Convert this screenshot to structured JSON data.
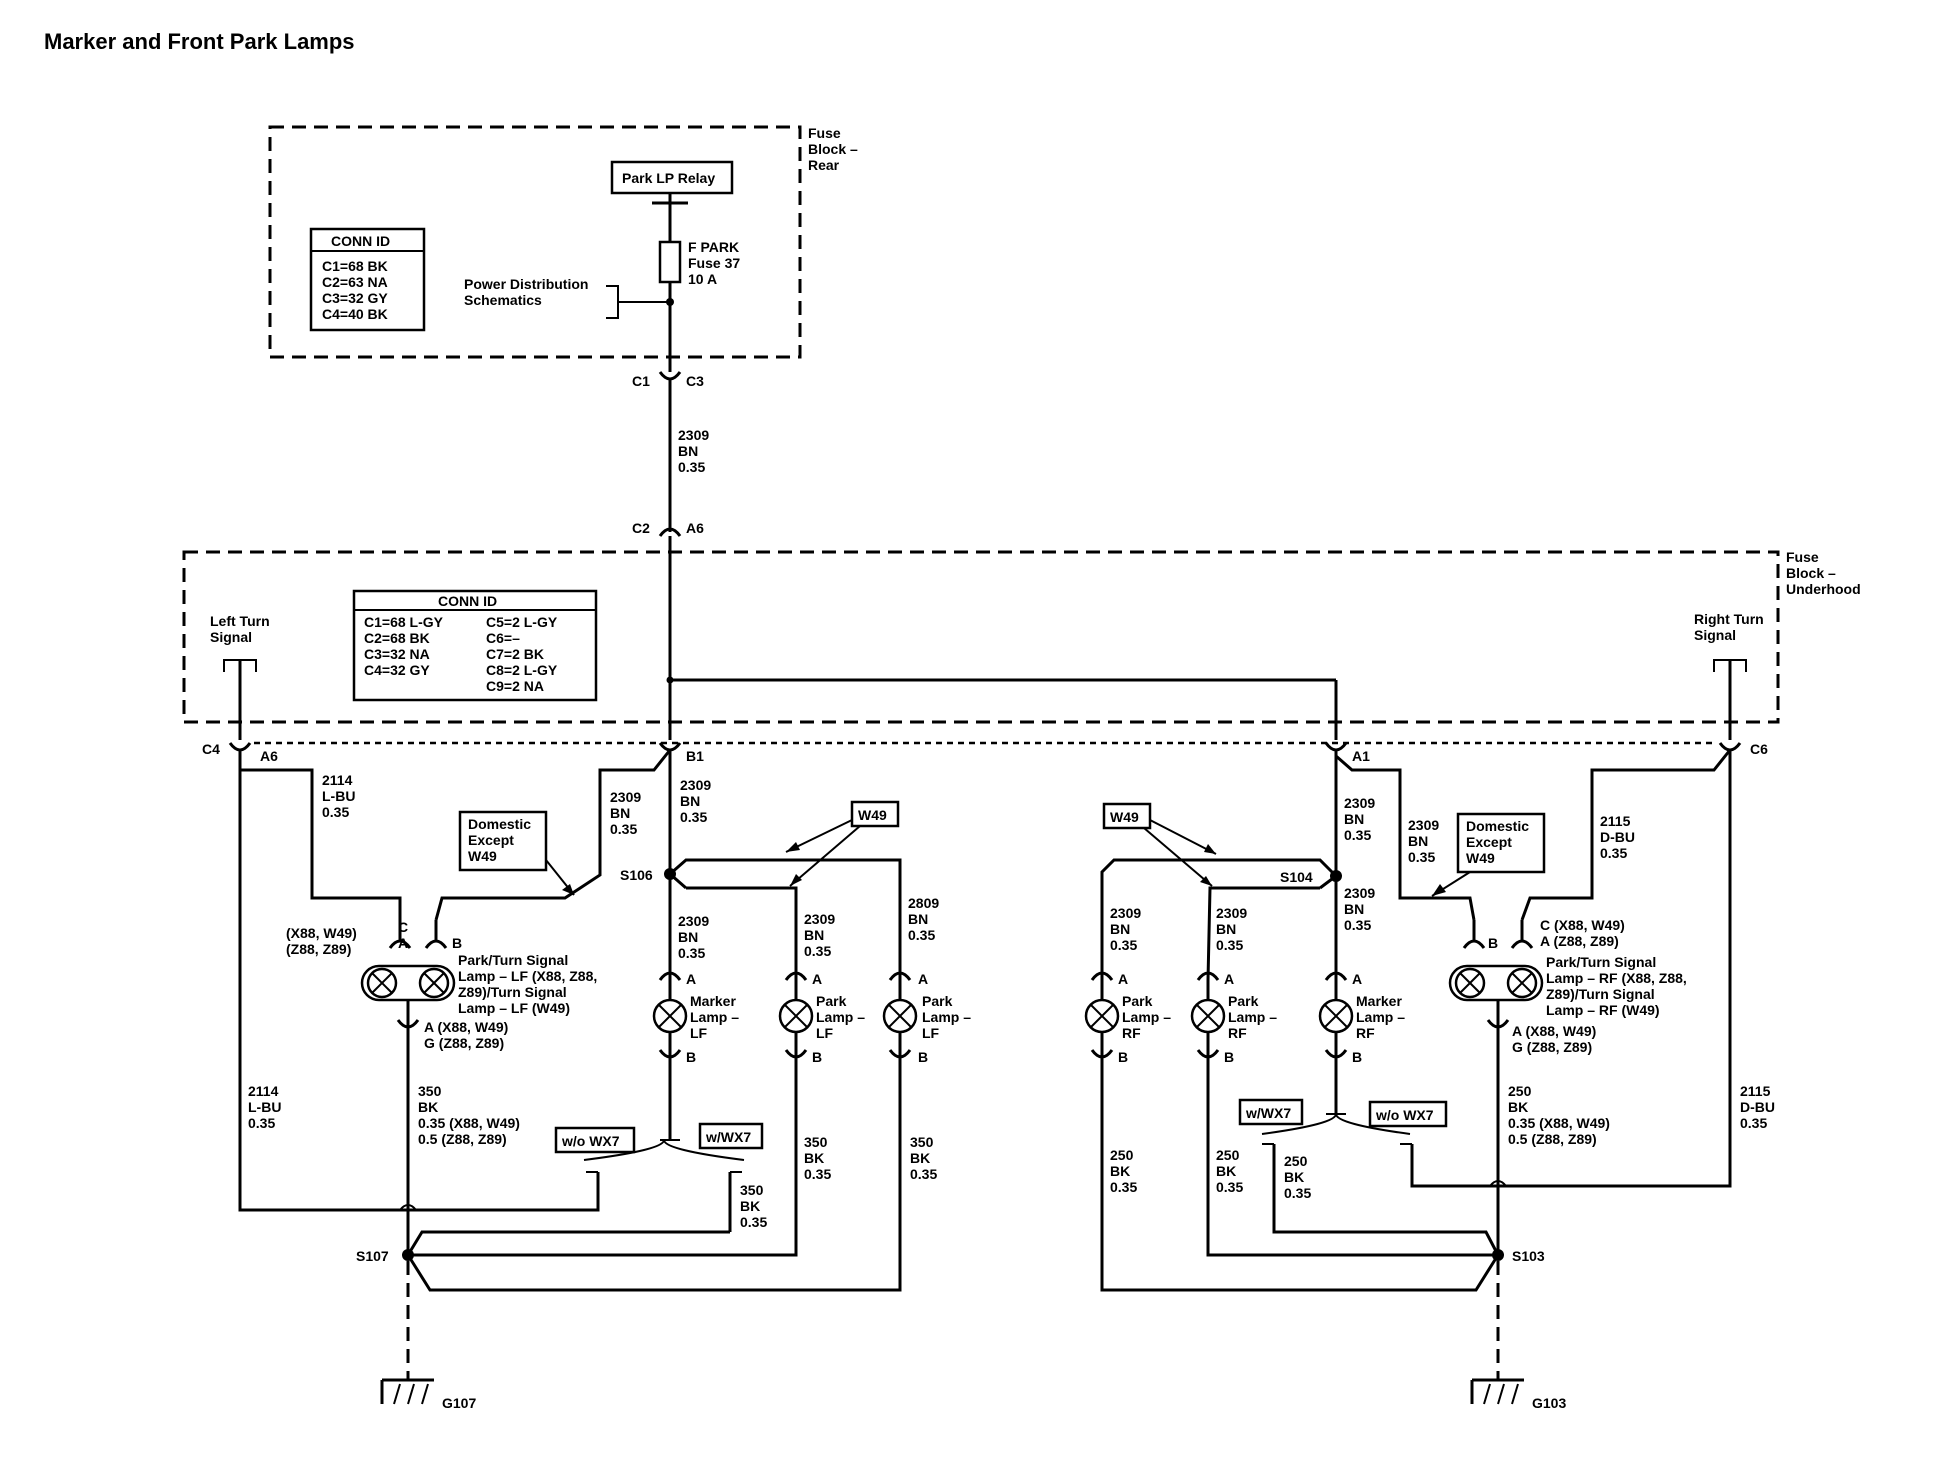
{
  "title": "Marker and Front Park Lamps",
  "fuse_block_rear": {
    "label": [
      "Fuse",
      "Block –",
      "Rear"
    ],
    "conn_id_title": "CONN ID",
    "conn_id": [
      "C1=68 BK",
      "C2=63 NA",
      "C3=32 GY",
      "C4=40 BK"
    ],
    "relay": "Park LP Relay",
    "fuse": [
      "F PARK",
      "Fuse 37",
      "10 A"
    ],
    "power_ref": [
      "Power Distribution",
      "Schematics"
    ]
  },
  "conn_c1": "C1",
  "conn_c3": "C3",
  "wire_top": [
    "2309",
    "BN",
    "0.35"
  ],
  "conn_c2": "C2",
  "conn_a6_top": "A6",
  "fuse_block_underhood": {
    "label": [
      "Fuse",
      "Block –",
      "Underhood"
    ],
    "conn_id_title": "CONN ID",
    "conn_id_left": [
      "C1=68 L-GY",
      "C2=68 BK",
      "C3=32 NA",
      "C4=32 GY"
    ],
    "conn_id_right": [
      "C5=2 L-GY",
      "C6=–",
      "C7=2 BK",
      "C8=2 L-GY",
      "C9=2 NA"
    ],
    "left_turn": [
      "Left Turn",
      "Signal"
    ],
    "right_turn": [
      "Right Turn",
      "Signal"
    ]
  },
  "pins": {
    "c4": "C4",
    "a6": "A6",
    "b1": "B1",
    "a1": "A1",
    "c6": "C6"
  },
  "left": {
    "w2114_top": [
      "2114",
      "L-BU",
      "0.35"
    ],
    "w2309_b1": [
      "2309",
      "BN",
      "0.35"
    ],
    "w2309_main": [
      "2309",
      "BN",
      "0.35"
    ],
    "domestic": [
      "Domestic",
      "Except",
      "W49"
    ],
    "w49": "W49",
    "s106": "S106",
    "lamp_pins_left": [
      "(X88, W49)",
      "(Z88, Z89)"
    ],
    "pin_c": "C",
    "pin_a": "A",
    "pin_b": "B",
    "combo_lamp": [
      "Park/Turn Signal",
      "Lamp – LF (X88, Z88,",
      "Z89)/Turn Signal",
      "Lamp – LF (W49)"
    ],
    "combo_bottom": [
      "A (X88, W49)",
      "G (Z88, Z89)"
    ],
    "w2309_l1": [
      "2309",
      "BN",
      "0.35"
    ],
    "w2309_l2": [
      "2309",
      "BN",
      "0.35"
    ],
    "w2809_l3": [
      "2809",
      "BN",
      "0.35"
    ],
    "marker_lamp": [
      "Marker",
      "Lamp –",
      "LF"
    ],
    "park_lamp1": [
      "Park",
      "Lamp –",
      "LF"
    ],
    "park_lamp2": [
      "Park",
      "Lamp –",
      "LF"
    ],
    "w2114_bot": [
      "2114",
      "L-BU",
      "0.35"
    ],
    "w350_main": [
      "350",
      "BK",
      "0.35 (X88, W49)",
      "0.5 (Z88, Z89)"
    ],
    "wo_wx7": "w/o WX7",
    "w_wx7": "w/WX7",
    "w350_a": [
      "350",
      "BK",
      "0.35"
    ],
    "w350_b": [
      "350",
      "BK",
      "0.35"
    ],
    "w350_c": [
      "350",
      "BK",
      "0.35"
    ],
    "s107": "S107",
    "g107": "G107"
  },
  "right": {
    "w2309_a1": [
      "2309",
      "BN",
      "0.35"
    ],
    "w2309_dom": [
      "2309",
      "BN",
      "0.35"
    ],
    "domestic": [
      "Domestic",
      "Except",
      "W49"
    ],
    "w2115_top": [
      "2115",
      "D-BU",
      "0.35"
    ],
    "w49": "W49",
    "s104": "S104",
    "w2309_r1": [
      "2309",
      "BN",
      "0.35"
    ],
    "w2309_r2": [
      "2309",
      "BN",
      "0.35"
    ],
    "w2309_r3": [
      "2309",
      "BN",
      "0.35"
    ],
    "park_lamp1": [
      "Park",
      "Lamp –",
      "RF"
    ],
    "park_lamp2": [
      "Park",
      "Lamp –",
      "RF"
    ],
    "marker_lamp": [
      "Marker",
      "Lamp –",
      "RF"
    ],
    "combo_pins": [
      "C (X88, W49)",
      "A (Z88, Z89)"
    ],
    "combo_lamp": [
      "Park/Turn Signal",
      "Lamp – RF (X88, Z88,",
      "Z89)/Turn Signal",
      "Lamp – RF (W49)"
    ],
    "combo_bottom": [
      "A (X88, W49)",
      "G (Z88, Z89)"
    ],
    "pin_a": "A",
    "pin_b": "B",
    "w_wx7": "w/WX7",
    "wo_wx7": "w/o WX7",
    "w250_main": [
      "250",
      "BK",
      "0.35 (X88, W49)",
      "0.5 (Z88, Z89)"
    ],
    "w2115_bot": [
      "2115",
      "D-BU",
      "0.35"
    ],
    "w250_a": [
      "250",
      "BK",
      "0.35"
    ],
    "w250_b": [
      "250",
      "BK",
      "0.35"
    ],
    "w250_c": [
      "250",
      "BK",
      "0.35"
    ],
    "s103": "S103",
    "g103": "G103"
  }
}
